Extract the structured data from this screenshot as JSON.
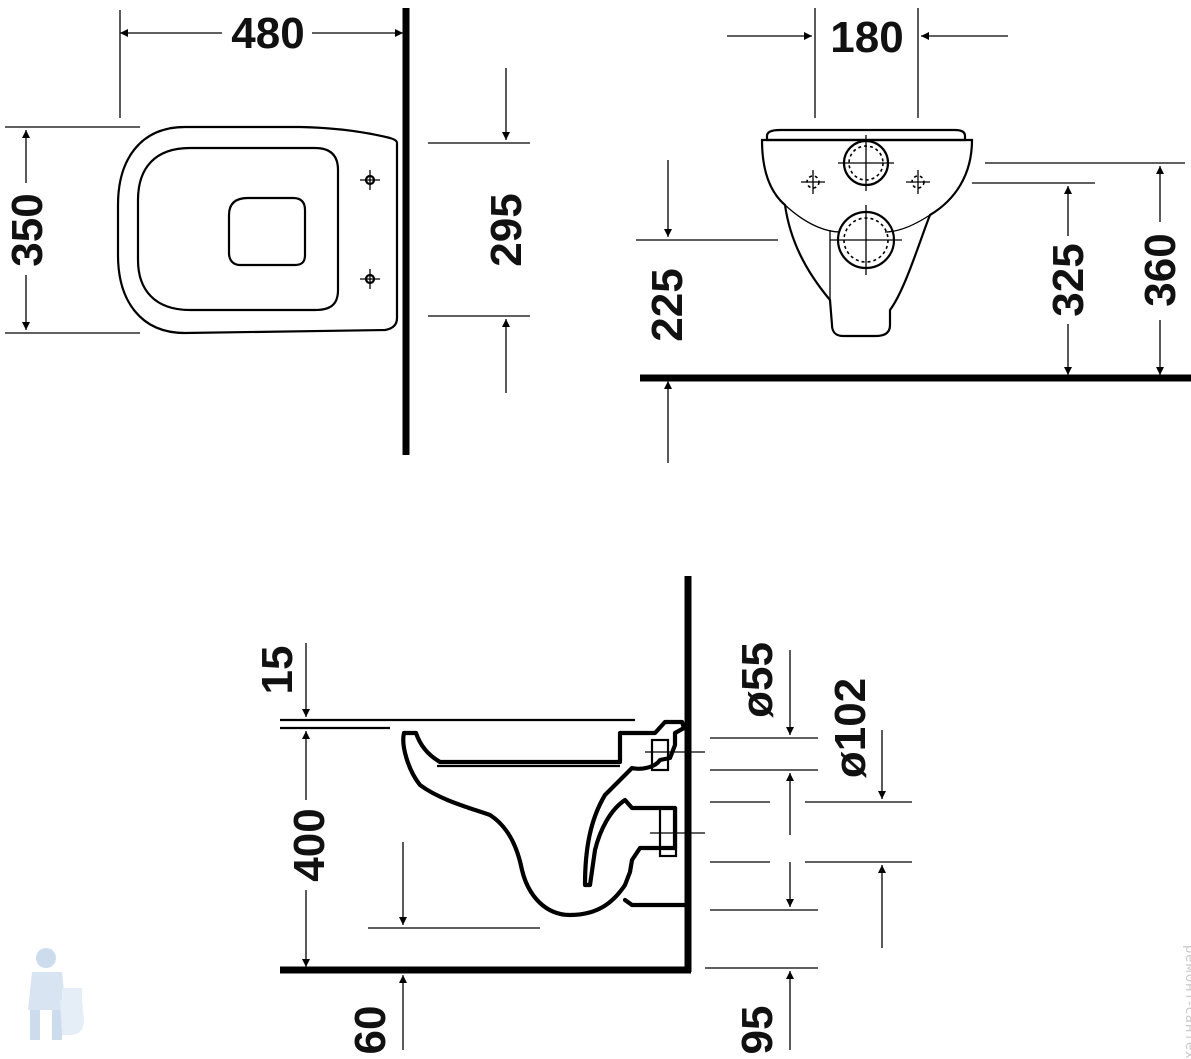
{
  "diagram": {
    "top_view": {
      "width_label": "480",
      "depth_label": "350",
      "fixing_spacing_label": "295"
    },
    "front_view": {
      "bolt_spacing_label": "180",
      "fixing_height_label": "225",
      "inlet_height_label": "325",
      "total_height_label": "360"
    },
    "side_view": {
      "seat_thickness_label": "15",
      "rim_height_label": "400",
      "outlet_label": "60",
      "inlet_diameter_label": "ø55",
      "outlet_diameter_label": "ø102",
      "outlet_height_label": "95"
    },
    "watermark": {
      "text": "ремонт-сантехники"
    }
  }
}
